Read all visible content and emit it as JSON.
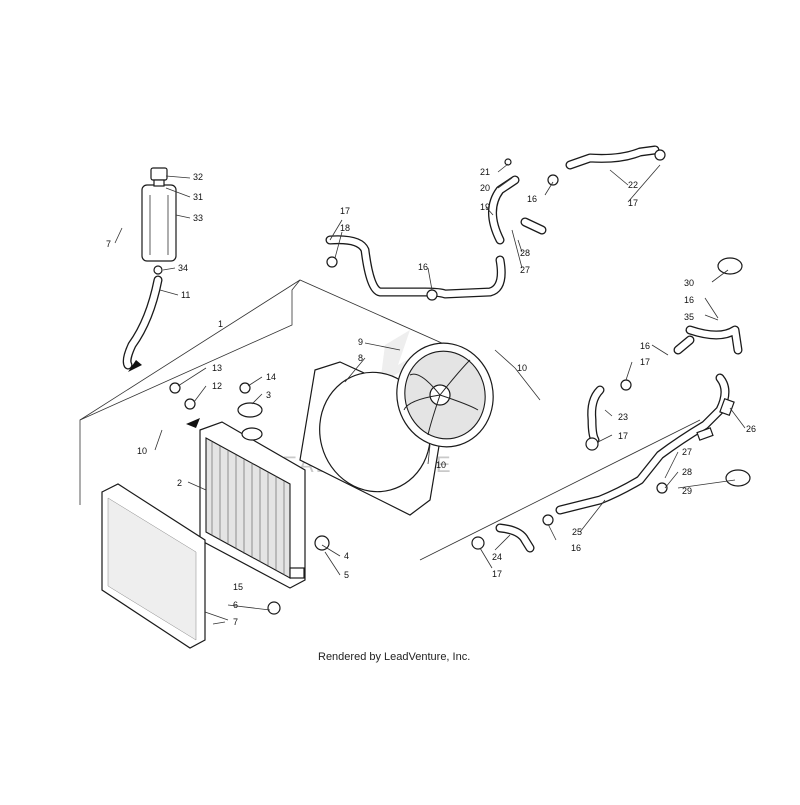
{
  "watermark": "LEADVENTURE",
  "credit": "Rendered by LeadVenture, Inc.",
  "callouts": [
    "1",
    "2",
    "3",
    "4",
    "5",
    "6",
    "7",
    "7",
    "8",
    "9",
    "10",
    "10",
    "10",
    "10",
    "11",
    "12",
    "13",
    "14",
    "15",
    "16",
    "16",
    "16",
    "16",
    "16",
    "17",
    "17",
    "17",
    "17",
    "17",
    "17",
    "18",
    "19",
    "20",
    "21",
    "22",
    "23",
    "24",
    "25",
    "26",
    "27",
    "27",
    "28",
    "28",
    "29",
    "30",
    "31",
    "32",
    "33",
    "34",
    "35"
  ]
}
